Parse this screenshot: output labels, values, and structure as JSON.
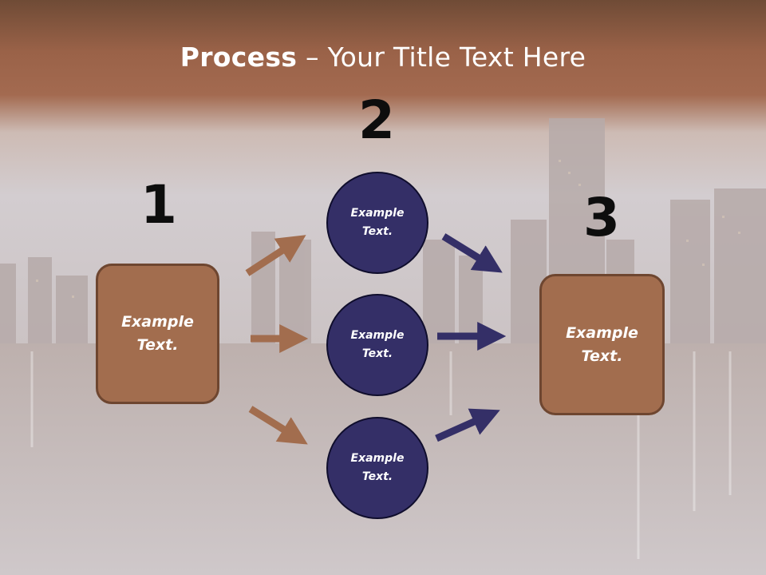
{
  "title": {
    "bold": "Process",
    "rest": " – Your Title Text Here"
  },
  "steps": [
    {
      "number": "1"
    },
    {
      "number": "2"
    },
    {
      "number": "3"
    }
  ],
  "boxes": {
    "left": "Example\nText.",
    "right": "Example\nText."
  },
  "circles": [
    "Example\nText.",
    "Example\nText.",
    "Example\nText."
  ],
  "colors": {
    "brown": "#a26d4e",
    "brown_border": "#6e4630",
    "navy": "#342f67",
    "header_band": "#9a6248"
  }
}
